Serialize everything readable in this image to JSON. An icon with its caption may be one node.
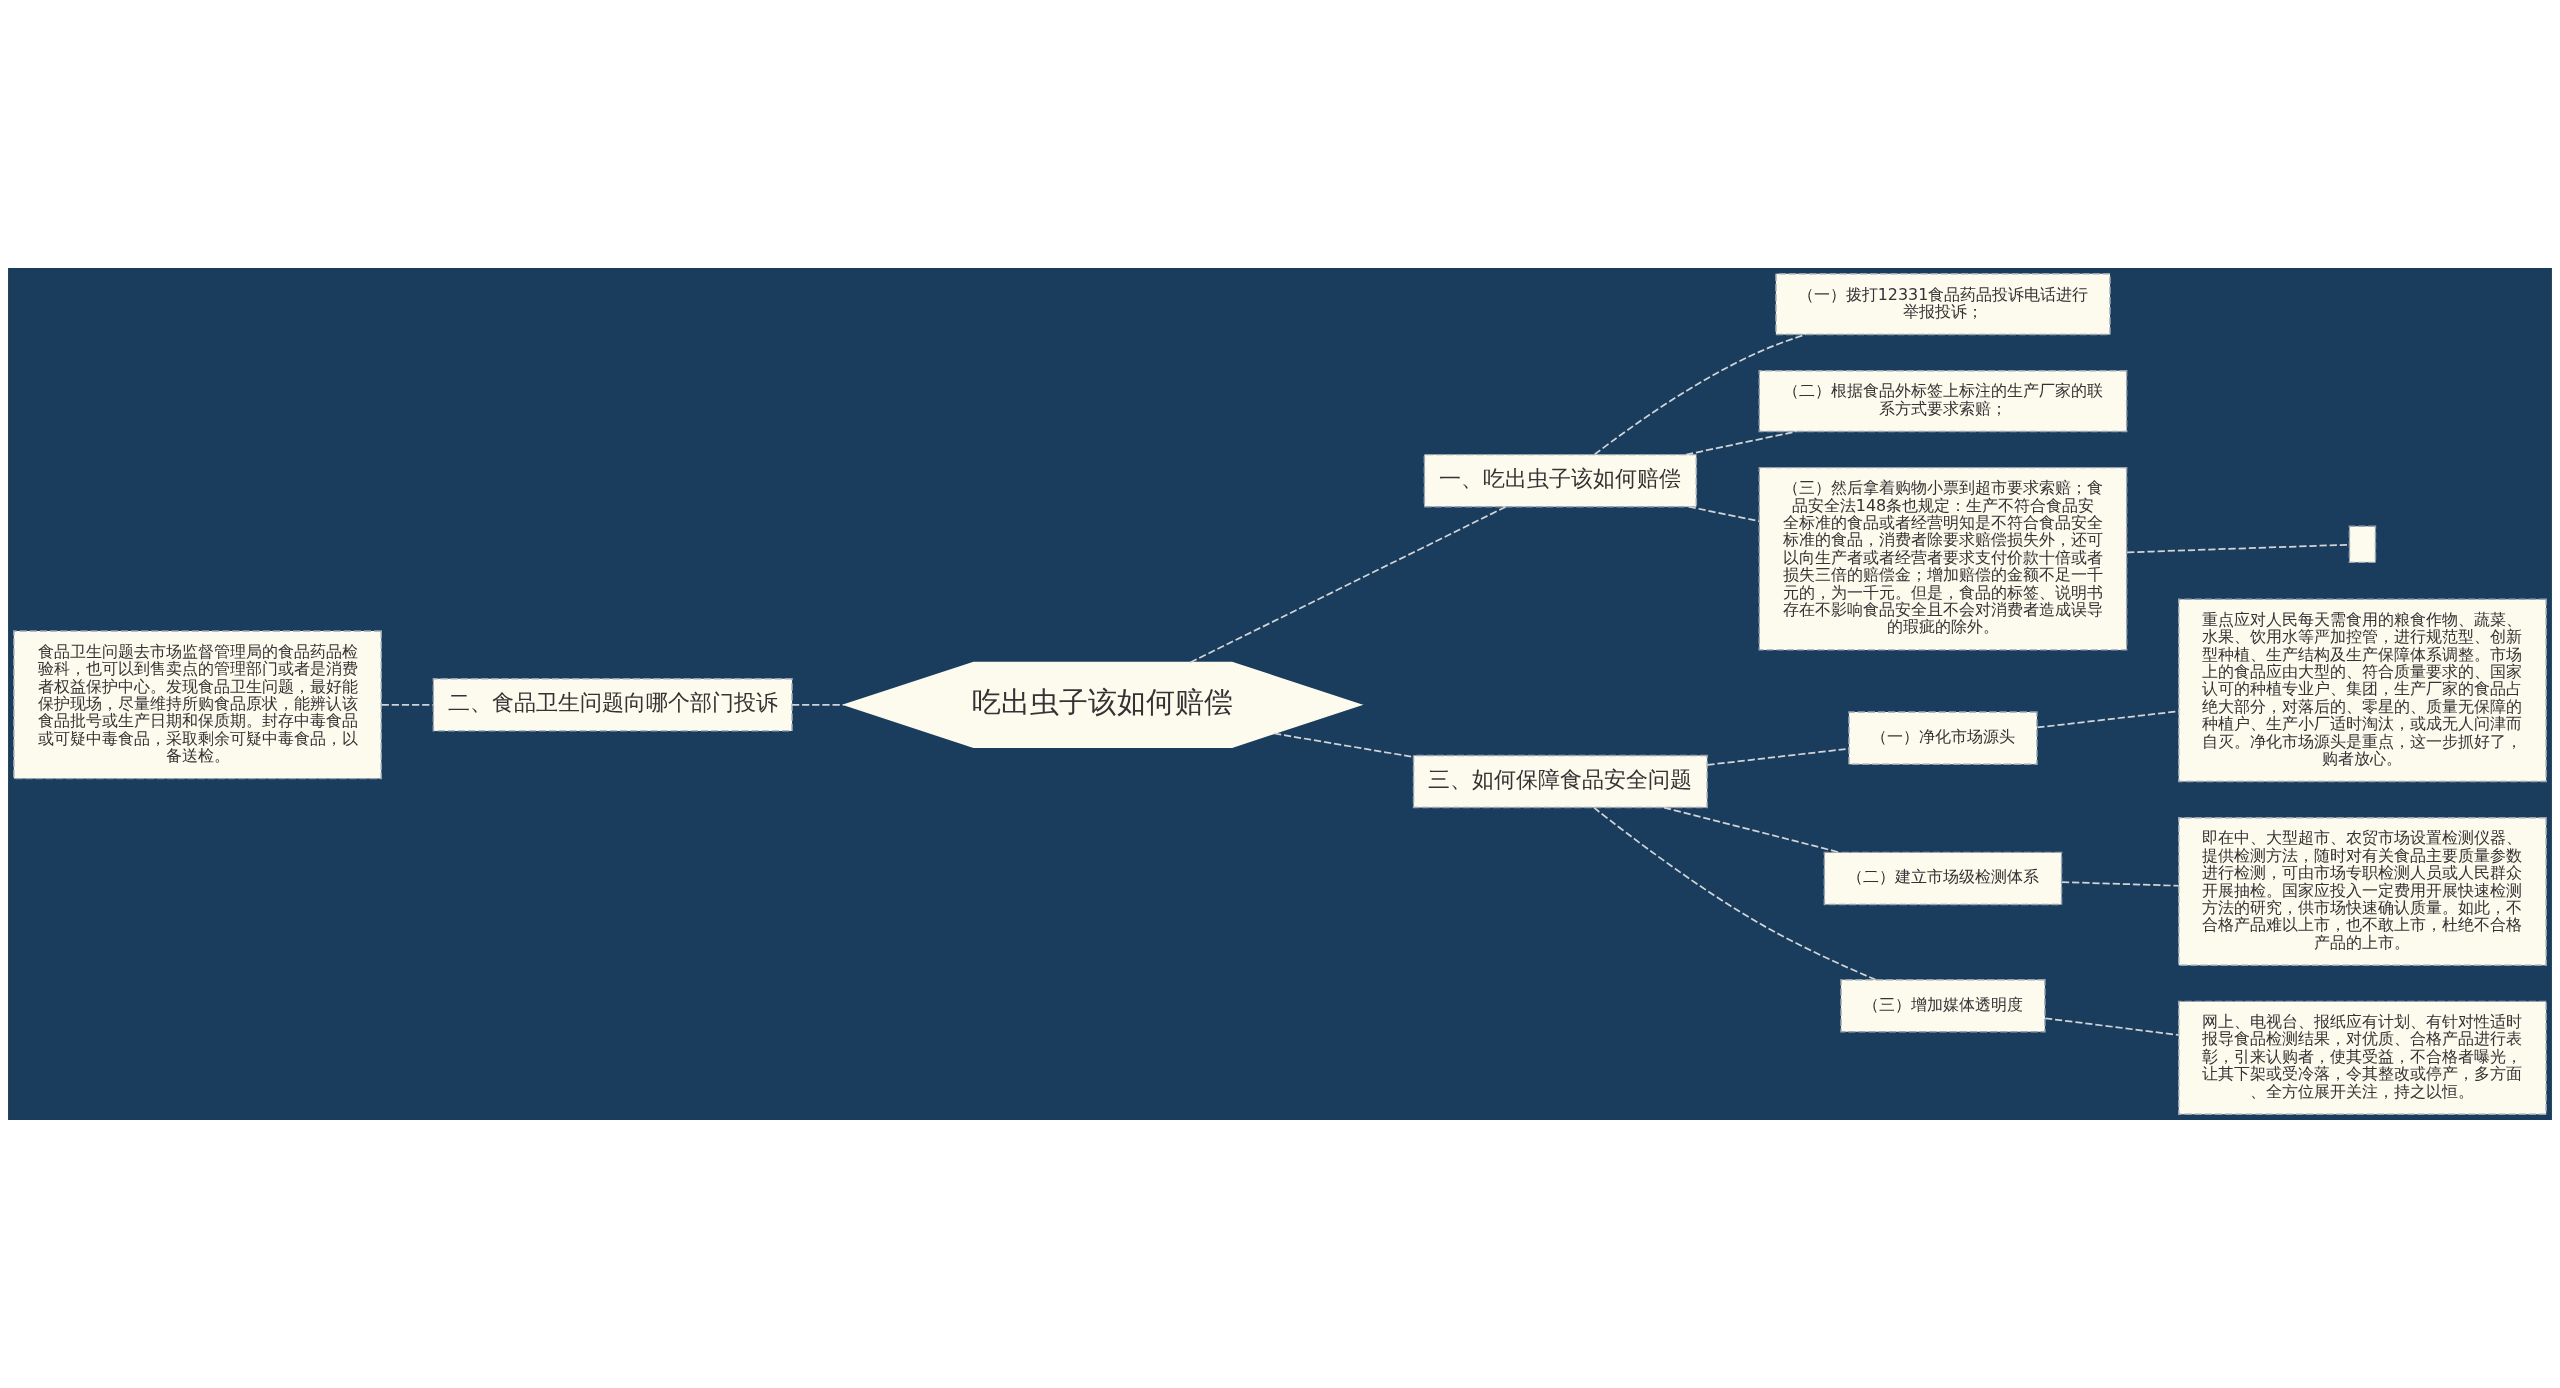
{
  "diagram": {
    "nodes": [
      {
        "text": [
          "吃出虫子该如何赔偿"
        ]
      },
      {
        "text": [
          "二、食品卫生问题向哪个部门投诉"
        ]
      },
      {
        "text": [
          "食品卫生问题去市场监督管理局的食品药品检验科，也可以到售卖点的管理部门或者是消费者权益保护中心。发现食品卫生问题，最好能保护现场，尽量维持所购食品原状，能辨认该食品批号或生产日期和保质期。封存中毒食品或可疑中毒食品，采取剩余可疑中毒食品，以备送检。"
        ]
      },
      {
        "text": [
          "一、吃出虫子该如何赔偿"
        ]
      },
      {
        "text": [
          "（一）拨打12331食品药品投诉电话进行举报投诉；"
        ]
      },
      {
        "text": [
          "（二）根据食品外标签上标注的生产厂家的联系方式要求索赔；"
        ]
      },
      {
        "text": [
          "（三）然后拿着购物小票到超市要求索赔；食品安全法148条也规定：生产不符合食品安全标准的食品或者经营明知是不符合食品安全标准的食品，消费者除要求赔偿损失外，还可以向生产者或者经营者要求支付价款十倍或者损失三倍的赔偿金；增加赔偿的金额不足一千元的，为一千元。但是，食品的标签、说明书存在不影响食品安全且不会对消费者造成误导的瑕疵的除外。"
        ]
      },
      {
        "text": [],
        "shape": "box"
      },
      {
        "text": [
          "三、如何保障食品安全问题"
        ]
      },
      {
        "text": [
          "（一）净化市场源头"
        ]
      },
      {
        "text": [
          "重点应对人民每天需食用的粮食作物、蔬菜、水果、饮用水等严加控管，进行规范型、创新型种植、生产结构及生产保障体系调整。市场上的食品应由大型的、符合质量要求的、国家认可的种植专业户、集团，生产厂家的食品占绝大部分，对落后的、零星的、质量无保障的种植户、生产小厂适时淘汰，或成无人问津而自灭。净化市场源头是重点，这一步抓好了，购者放心。"
        ]
      },
      {
        "text": [
          "（二）建立市场级检测体系"
        ]
      },
      {
        "text": [
          "即在中、大型超市、农贸市场设置检测仪器、提供检测方法，随时对有关食品主要质量参数进行检测，可由市场专职检测人员或人民群众开展抽检。国家应投入一定费用开展快速检测方法的研究，供市场快速确认质量。如此，不合格产品难以上市，也不敢上市，杜绝不合格产品的上市。"
        ]
      },
      {
        "text": [
          "（三）增加媒体透明度"
        ]
      },
      {
        "text": [
          "网上、电视台、报纸应有计划、有针对性适时报导食品检测结果，对优质、合格产品进行表彰，引来认购者，使其受益，不合格者曝光，让其下架或受冷落，令其整改或停产，多方面、全方位展开关注，持之以恒。"
        ]
      }
    ],
    "edges": [
      {
        "from": 0,
        "to": 1,
        "arrow": "none"
      },
      {
        "from": 1,
        "to": 2,
        "arrow": "none"
      },
      {
        "from": 0,
        "to": 3,
        "arrow": "none"
      },
      {
        "from": 3,
        "to": 4,
        "arrow": "none"
      },
      {
        "from": 3,
        "to": 5,
        "arrow": "none"
      },
      {
        "from": 3,
        "to": 6,
        "arrow": "none"
      },
      {
        "from": 6,
        "to": 7,
        "arrow": "none"
      },
      {
        "from": 0,
        "to": 8,
        "arrow": "none"
      },
      {
        "from": 8,
        "to": 9,
        "arrow": "none"
      },
      {
        "from": 9,
        "to": 10,
        "arrow": "none"
      },
      {
        "from": 8,
        "to": 11,
        "arrow": "none"
      },
      {
        "from": 11,
        "to": 12,
        "arrow": "none"
      },
      {
        "from": 8,
        "to": 13,
        "arrow": "none"
      },
      {
        "from": 13,
        "to": 14,
        "arrow": "none"
      }
    ]
  }
}
